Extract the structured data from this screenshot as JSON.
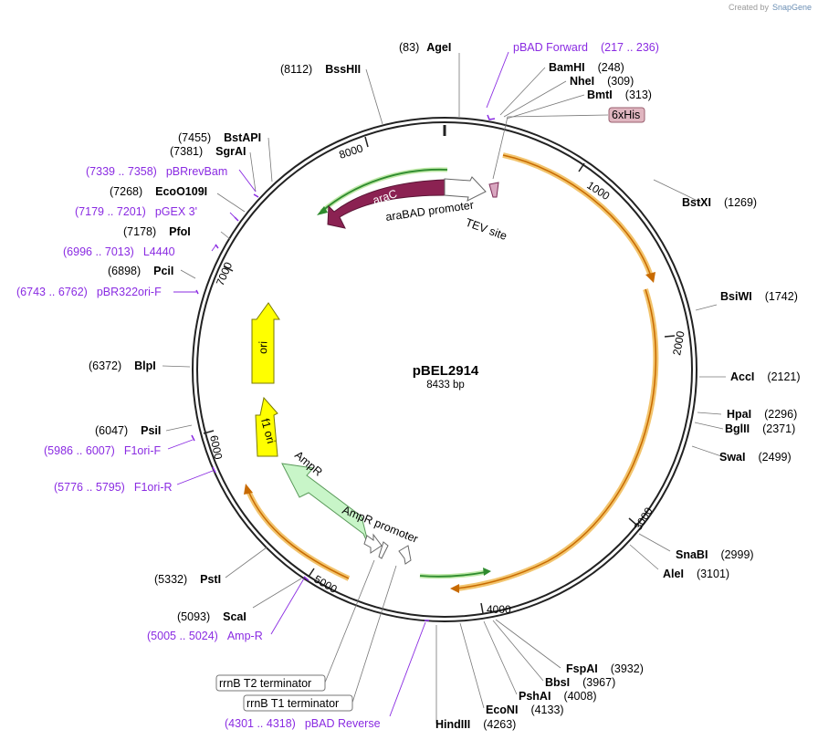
{
  "credit": {
    "prefix": "Created by",
    "brand": "SnapGene"
  },
  "plasmid": {
    "name": "pBEL2914",
    "length": "8433 bp"
  },
  "ticks": [
    "1000",
    "2000",
    "3000",
    "4000",
    "5000",
    "6000",
    "7000",
    "8000"
  ],
  "enzymes": [
    {
      "name": "AgeI",
      "pos": "(83)"
    },
    {
      "name": "BamHI",
      "pos": "(248)"
    },
    {
      "name": "NheI",
      "pos": "(309)"
    },
    {
      "name": "BmtI",
      "pos": "(313)"
    },
    {
      "name": "BstXI",
      "pos": "(1269)"
    },
    {
      "name": "BsiWI",
      "pos": "(1742)"
    },
    {
      "name": "AccI",
      "pos": "(2121)"
    },
    {
      "name": "HpaI",
      "pos": "(2296)"
    },
    {
      "name": "BglII",
      "pos": "(2371)"
    },
    {
      "name": "SwaI",
      "pos": "(2499)"
    },
    {
      "name": "SnaBI",
      "pos": "(2999)"
    },
    {
      "name": "AleI",
      "pos": "(3101)"
    },
    {
      "name": "FspAI",
      "pos": "(3932)"
    },
    {
      "name": "BbsI",
      "pos": "(3967)"
    },
    {
      "name": "PshAI",
      "pos": "(4008)"
    },
    {
      "name": "EcoNI",
      "pos": "(4133)"
    },
    {
      "name": "HindIII",
      "pos": "(4263)"
    },
    {
      "name": "ScaI",
      "pos": "(5093)"
    },
    {
      "name": "PstI",
      "pos": "(5332)"
    },
    {
      "name": "PsiI",
      "pos": "(6047)"
    },
    {
      "name": "BlpI",
      "pos": "(6372)"
    },
    {
      "name": "PciI",
      "pos": "(6898)"
    },
    {
      "name": "PfoI",
      "pos": "(7178)"
    },
    {
      "name": "EcoO109I",
      "pos": "(7268)"
    },
    {
      "name": "SgrAI",
      "pos": "(7381)"
    },
    {
      "name": "BstAPI",
      "pos": "(7455)"
    },
    {
      "name": "BssHII",
      "pos": "(8112)"
    }
  ],
  "primers": [
    {
      "name": "pBAD Forward",
      "range": "(217 .. 236)"
    },
    {
      "name": "pBRrevBam",
      "range": "(7339 .. 7358)"
    },
    {
      "name": "pGEX 3'",
      "range": "(7179 .. 7201)"
    },
    {
      "name": "L4440",
      "range": "(6996 .. 7013)"
    },
    {
      "name": "pBR322ori-F",
      "range": "(6743 .. 6762)"
    },
    {
      "name": "F1ori-F",
      "range": "(5986 .. 6007)"
    },
    {
      "name": "F1ori-R",
      "range": "(5776 .. 5795)"
    },
    {
      "name": "Amp-R",
      "range": "(5005 .. 5024)"
    },
    {
      "name": "pBAD Reverse",
      "range": "(4301 .. 4318)"
    }
  ],
  "features": {
    "his_tag": "6xHis",
    "arac": "araC",
    "arabad_promoter": "araBAD promoter",
    "tev_site": "TEV site",
    "ori": "ori",
    "f1_ori": "f1 ori",
    "ampr": "AmpR",
    "ampr_promoter": "AmpR promoter",
    "rrnb_t2": "rrnB T2 terminator",
    "rrnb_t1": "rrnB T1 terminator"
  },
  "colors": {
    "backbone": "#222222",
    "primer": "#8a2be2",
    "arac": "#8b2252",
    "ori": "#ffff00",
    "ampr": "#c8f5c8",
    "orf_outline": "#f2c46d",
    "orf_line": "#e07b00",
    "green_arrow": "#2e8b2e",
    "his_box": "#e0b6c0"
  }
}
